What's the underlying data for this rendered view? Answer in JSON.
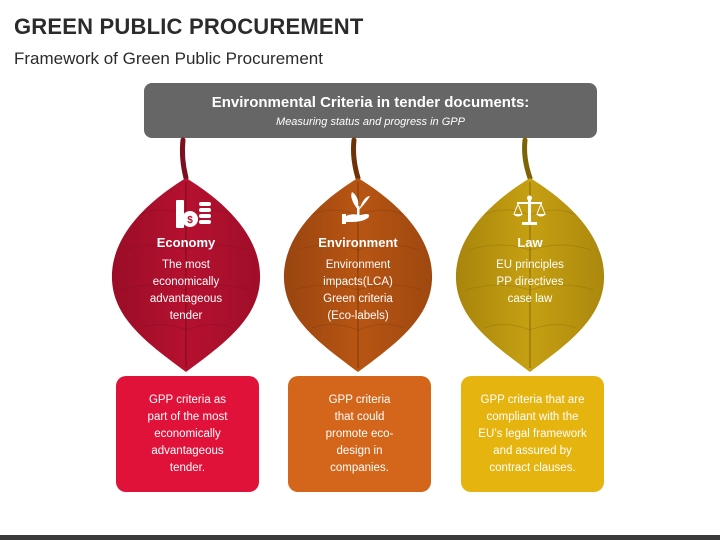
{
  "title": "GREEN PUBLIC PROCUREMENT",
  "subtitle": "Framework of Green Public Procurement",
  "header": {
    "title": "Environmental Criteria in tender documents:",
    "subtitle": "Measuring status and progress in GPP"
  },
  "leaves": [
    {
      "icon": "money-coins-icon",
      "name": "Economy",
      "lines": [
        "The most",
        "economically",
        "advantageous",
        "tender"
      ],
      "color": "#b2102f"
    },
    {
      "icon": "plant-in-hand-icon",
      "name": "Environment",
      "lines": [
        "Environment",
        "impacts(LCA)",
        "Green criteria",
        "(Eco-labels)"
      ],
      "color": "#b55212"
    },
    {
      "icon": "scales-of-justice-icon",
      "name": "Law",
      "lines": [
        "EU principles",
        "PP directives",
        "case law"
      ],
      "color": "#c19a10"
    }
  ],
  "cards": [
    {
      "lines": [
        "GPP criteria as",
        "part of the most",
        "economically",
        "advantageous",
        "tender."
      ],
      "color": "#e0123a"
    },
    {
      "lines": [
        "GPP criteria",
        "that could",
        "promote eco-",
        "design in",
        "companies."
      ],
      "color": "#d3661a"
    },
    {
      "lines": [
        "GPP criteria that are",
        "compliant with the",
        "EU’s legal framework",
        "and assured by",
        "contract clauses."
      ],
      "color": "#e6b40f"
    }
  ]
}
